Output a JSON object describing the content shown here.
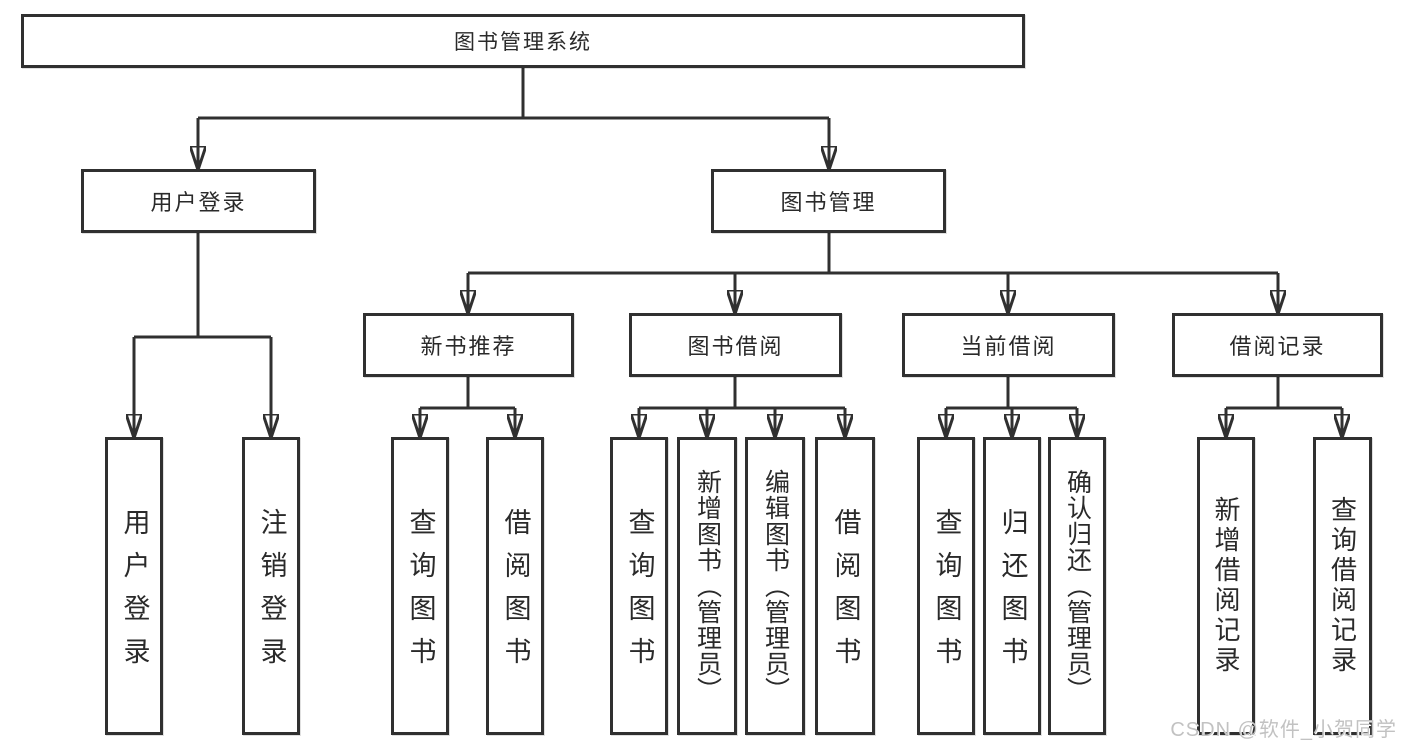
{
  "tree": {
    "label": "图书管理系统",
    "children": [
      {
        "label": "用户登录",
        "children": [
          {
            "label": "用户登录"
          },
          {
            "label": "注销登录"
          }
        ]
      },
      {
        "label": "图书管理",
        "children": [
          {
            "label": "新书推荐",
            "children": [
              {
                "label": "查询图书"
              },
              {
                "label": "借阅图书"
              }
            ]
          },
          {
            "label": "图书借阅",
            "children": [
              {
                "label": "查询图书"
              },
              {
                "label": "新增图书（管理员）"
              },
              {
                "label": "编辑图书（管理员）"
              },
              {
                "label": "借阅图书"
              }
            ]
          },
          {
            "label": "当前借阅",
            "children": [
              {
                "label": "查询图书"
              },
              {
                "label": "归还图书"
              },
              {
                "label": "确认归还（管理员）"
              }
            ]
          },
          {
            "label": "借阅记录",
            "children": [
              {
                "label": "新增借阅记录"
              },
              {
                "label": "查询借阅记录"
              }
            ]
          }
        ]
      }
    ]
  },
  "watermark": {
    "text": "CSDN @软件_小贺同学"
  },
  "colors": {
    "line": "#303030",
    "box_border": "#303030",
    "box_fill": "#ffffff",
    "text": "#2a2a2a",
    "watermark": "#c2c2c2",
    "background": "#ffffff"
  }
}
